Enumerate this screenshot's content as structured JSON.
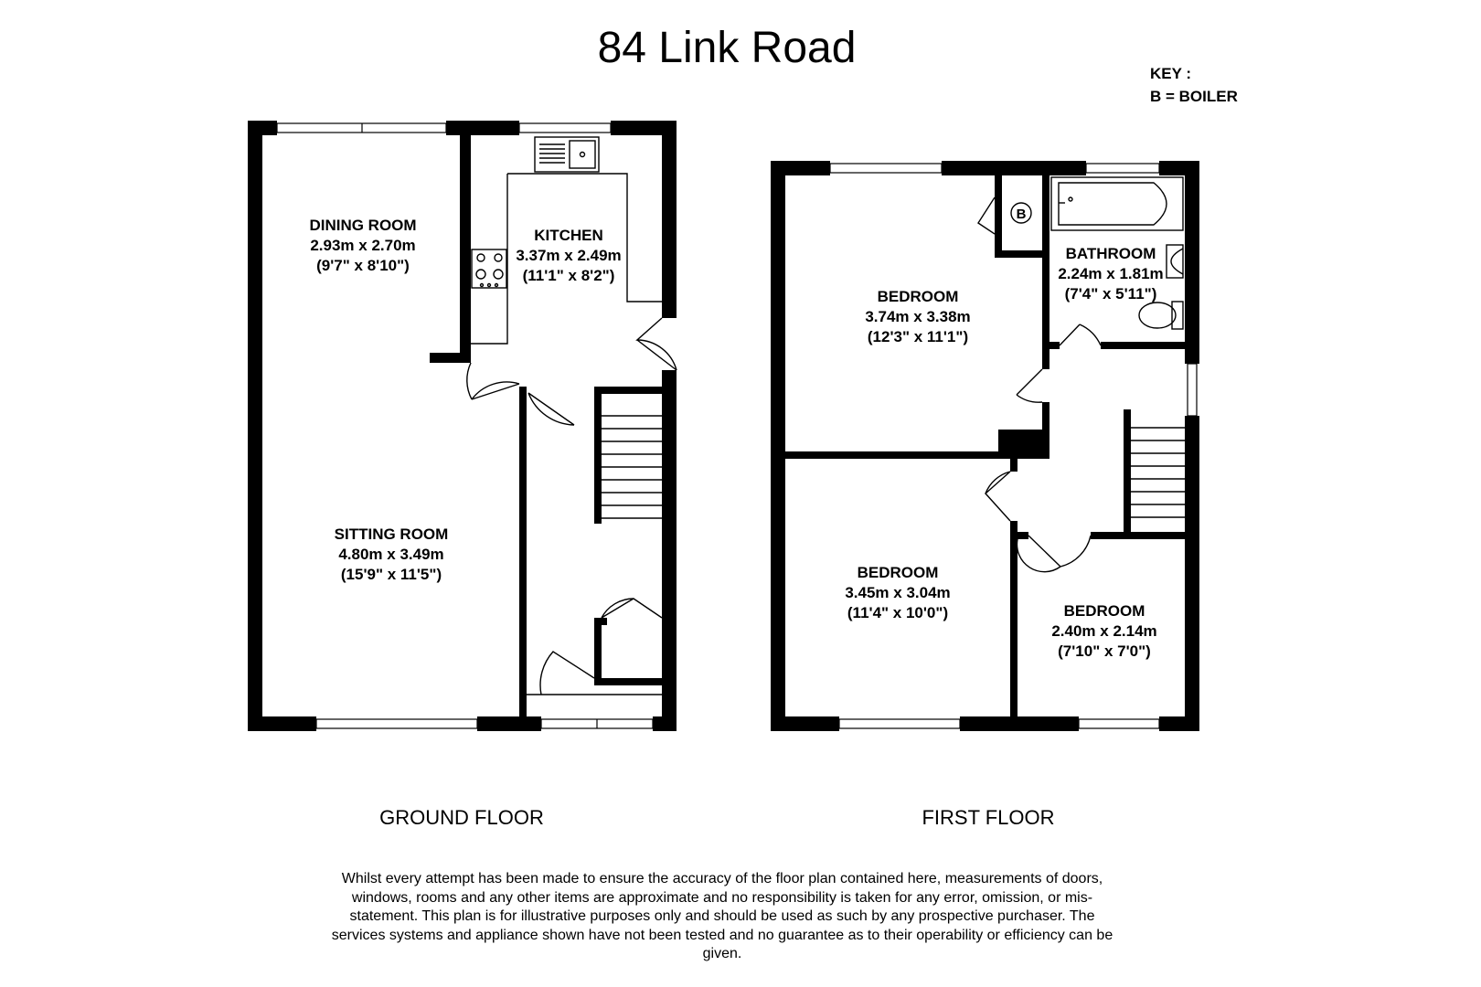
{
  "title": "84 Link Road",
  "key": {
    "heading": "KEY :",
    "entries": [
      "B = BOILER"
    ],
    "boiler_symbol": "B"
  },
  "ground_floor": {
    "label": "GROUND FLOOR",
    "rooms": [
      {
        "name": "DINING ROOM",
        "metric": "2.93m x 2.70m",
        "imperial": "(9'7\" x 8'10\")"
      },
      {
        "name": "KITCHEN",
        "metric": "3.37m x 2.49m",
        "imperial": "(11'1\" x 8'2\")"
      },
      {
        "name": "SITTING ROOM",
        "metric": "4.80m x 3.49m",
        "imperial": "(15'9\" x 11'5\")"
      }
    ]
  },
  "first_floor": {
    "label": "FIRST FLOOR",
    "rooms": [
      {
        "name": "BEDROOM",
        "metric": "3.74m x 3.38m",
        "imperial": "(12'3\" x 11'1\")"
      },
      {
        "name": "BATHROOM",
        "metric": "2.24m x 1.81m",
        "imperial": "(7'4\" x 5'11\")"
      },
      {
        "name": "BEDROOM",
        "metric": "3.45m x 3.04m",
        "imperial": "(11'4\" x 10'0\")"
      },
      {
        "name": "BEDROOM",
        "metric": "2.40m x 2.14m",
        "imperial": "(7'10\" x 7'0\")"
      }
    ]
  },
  "disclaimer": "Whilst every attempt has been made to ensure the accuracy of the floor plan contained here, measurements of doors, windows, rooms and any other items are approximate and no responsibility is taken for any error, omission, or mis-statement. This plan is for illustrative purposes only and should be used as such by any prospective purchaser. The services systems and appliance shown have not been tested and no guarantee as to their operability or efficiency can be given."
}
